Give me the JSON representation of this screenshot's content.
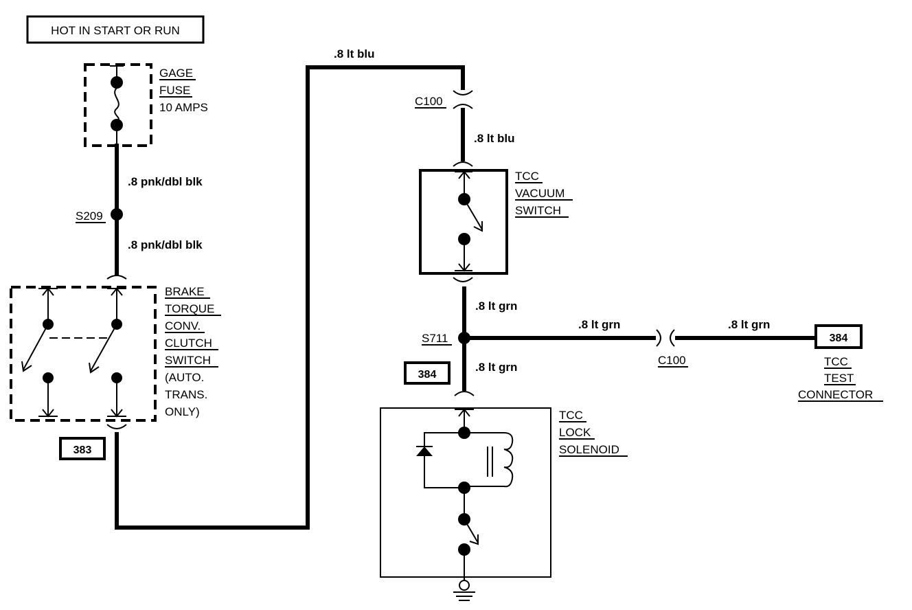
{
  "header": {
    "power_label": "HOT IN START OR RUN"
  },
  "fuse": {
    "line1": "GAGE",
    "line2": "FUSE",
    "line3": "10 AMPS"
  },
  "wires": {
    "fuse_to_splice": ".8 pnk/dbl blk",
    "splice_to_switch": ".8 pnk/dbl blk",
    "top_run": ".8 lt blu",
    "c100_to_vacuum": ".8 lt blu",
    "vacuum_to_splice": ".8 lt grn",
    "splice_to_connector_a": ".8 lt grn",
    "splice_to_connector_b": ".8 lt grn",
    "splice_to_solenoid": ".8 lt grn"
  },
  "splices": {
    "s209": "S209",
    "s711": "S711"
  },
  "connectors": {
    "c100_top": "C100",
    "c100_right": "C100"
  },
  "circuits": {
    "c383": "383",
    "c384_left": "384",
    "c384_test": "384"
  },
  "brake_switch": {
    "line1": "BRAKE",
    "line2": "TORQUE",
    "line3": "CONV.",
    "line4": "CLUTCH",
    "line5": "SWITCH",
    "line6": "(AUTO.",
    "line7": "TRANS.",
    "line8": "ONLY)"
  },
  "vacuum_switch": {
    "line1": "TCC",
    "line2": "VACUUM",
    "line3": "SWITCH"
  },
  "lock_solenoid": {
    "line1": "TCC",
    "line2": "LOCK",
    "line3": "SOLENOID"
  },
  "test_connector": {
    "line1": "TCC",
    "line2": "TEST",
    "line3": "CONNECTOR"
  }
}
